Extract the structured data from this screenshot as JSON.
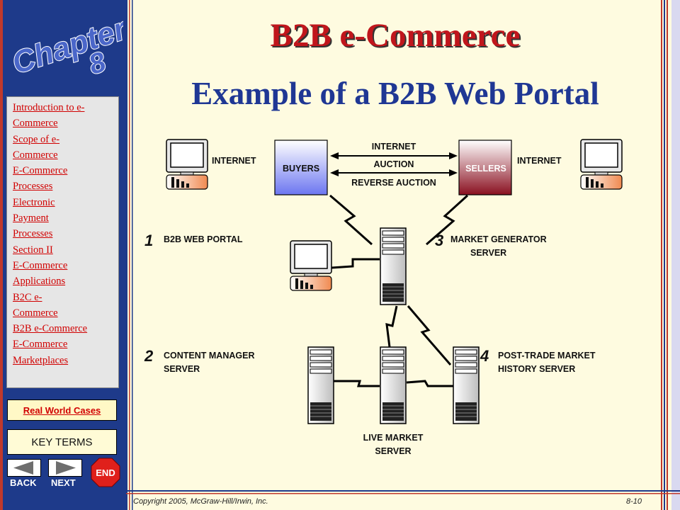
{
  "sidebar": {
    "logo_word": "Chapter",
    "logo_number": "8",
    "nav_items": [
      "Introduction to e-",
      "Commerce",
      "Scope of e-",
      "Commerce",
      "E-Commerce",
      "Processes",
      "Electronic",
      "Payment",
      "Processes",
      "Section II",
      "E-Commerce",
      "Applications",
      "B2C e-",
      "Commerce",
      "B2B e-Commerce",
      "E-Commerce",
      "Marketplaces"
    ],
    "real_world_cases": "Real World Cases",
    "key_terms": "KEY TERMS",
    "back_label": "BACK",
    "next_label": "NEXT",
    "end_label": "END"
  },
  "slide": {
    "title": "B2B e-Commerce",
    "subtitle": "Example of a B2B Web Portal"
  },
  "diagram": {
    "internet_left": "INTERNET",
    "internet_right": "INTERNET",
    "internet_top": "INTERNET",
    "buyers": "BUYERS",
    "sellers": "SELLERS",
    "auction": "AUCTION",
    "reverse_auction": "REVERSE AUCTION",
    "n1": "1",
    "portal_label": "B2B WEB PORTAL",
    "n2": "2",
    "content_line1": "CONTENT MANAGER",
    "content_line2": "SERVER",
    "n3": "3",
    "market_line1": "MARKET GENERATOR",
    "market_line2": "SERVER",
    "n4": "4",
    "post_line1": "POST-TRADE MARKET",
    "post_line2": "HISTORY SERVER",
    "live_line1": "LIVE MARKET",
    "live_line2": "SERVER"
  },
  "footer": {
    "copyright": "Copyright  2005,  McGraw-Hill/Irwin,  Inc.",
    "page": "8-10"
  },
  "colors": {
    "sidebar_blue": "#1e3a8a",
    "title_red": "#c0161c",
    "subtitle_blue": "#1f3794",
    "link_red": "#d10000",
    "background_cream": "#fefbe0"
  }
}
